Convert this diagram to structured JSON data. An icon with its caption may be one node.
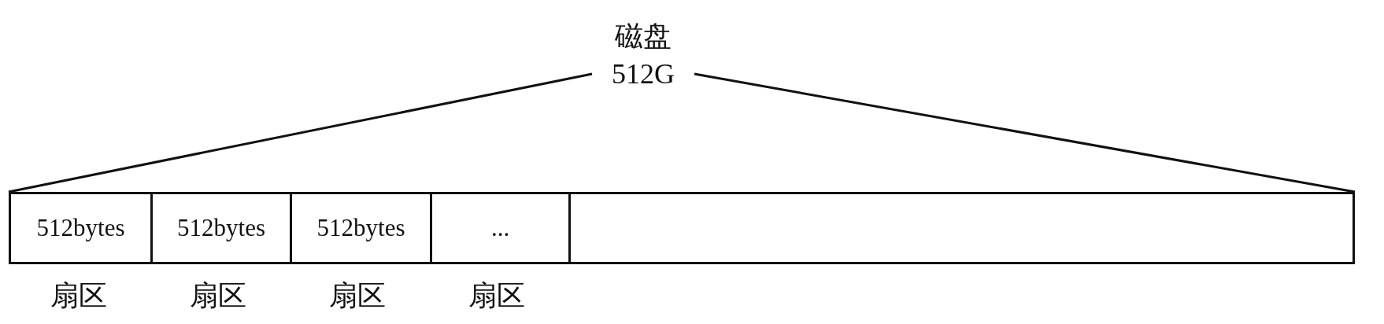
{
  "diagram": {
    "nodes": [
      {
        "text": [
          "磁盘",
          "512G"
        ]
      },
      {
        "text": [],
        "shape": "bar"
      },
      {
        "text": [
          "512bytes"
        ],
        "in": 1,
        "beside": [
          "扇区"
        ]
      },
      {
        "text": [
          "512bytes"
        ],
        "in": 1,
        "beside": [
          "扇区"
        ]
      },
      {
        "text": [
          "512bytes"
        ],
        "in": 1,
        "beside": [
          "扇区"
        ]
      },
      {
        "text": [
          "..."
        ],
        "in": 1,
        "beside": [
          "扇区"
        ]
      },
      {
        "text": [],
        "shape": "box",
        "in": 1
      }
    ],
    "edges": [
      {
        "from": 0,
        "to": 1,
        "arrow": "none"
      },
      {
        "from": 0,
        "to": 1,
        "arrow": "none"
      }
    ]
  }
}
